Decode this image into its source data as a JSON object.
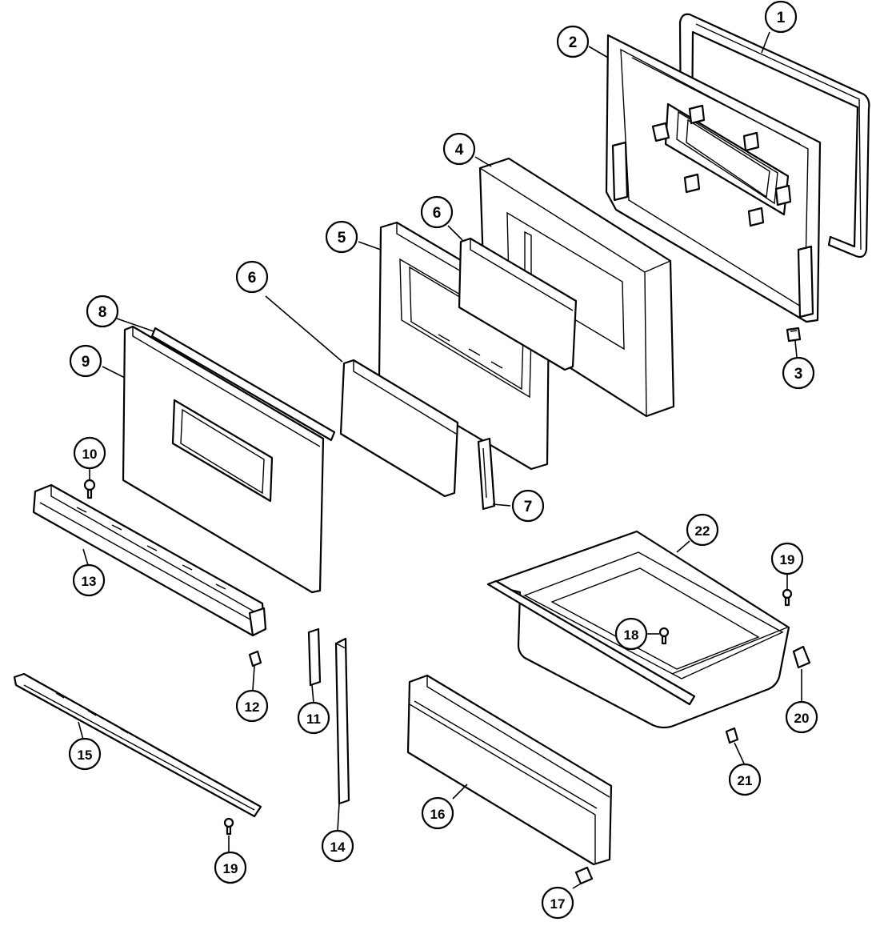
{
  "diagram": {
    "callouts": [
      {
        "id": "c1",
        "label": "1"
      },
      {
        "id": "c2",
        "label": "2"
      },
      {
        "id": "c3",
        "label": "3"
      },
      {
        "id": "c4",
        "label": "4"
      },
      {
        "id": "c5",
        "label": "5"
      },
      {
        "id": "c6a",
        "label": "6"
      },
      {
        "id": "c6b",
        "label": "6"
      },
      {
        "id": "c7",
        "label": "7"
      },
      {
        "id": "c8",
        "label": "8"
      },
      {
        "id": "c9",
        "label": "9"
      },
      {
        "id": "c10",
        "label": "10"
      },
      {
        "id": "c11",
        "label": "11"
      },
      {
        "id": "c12",
        "label": "12"
      },
      {
        "id": "c13",
        "label": "13"
      },
      {
        "id": "c14",
        "label": "14"
      },
      {
        "id": "c15",
        "label": "15"
      },
      {
        "id": "c16",
        "label": "16"
      },
      {
        "id": "c17",
        "label": "17"
      },
      {
        "id": "c18",
        "label": "18"
      },
      {
        "id": "c19a",
        "label": "19"
      },
      {
        "id": "c19b",
        "label": "19"
      },
      {
        "id": "c20",
        "label": "20"
      },
      {
        "id": "c21",
        "label": "21"
      },
      {
        "id": "c22",
        "label": "22"
      }
    ]
  }
}
